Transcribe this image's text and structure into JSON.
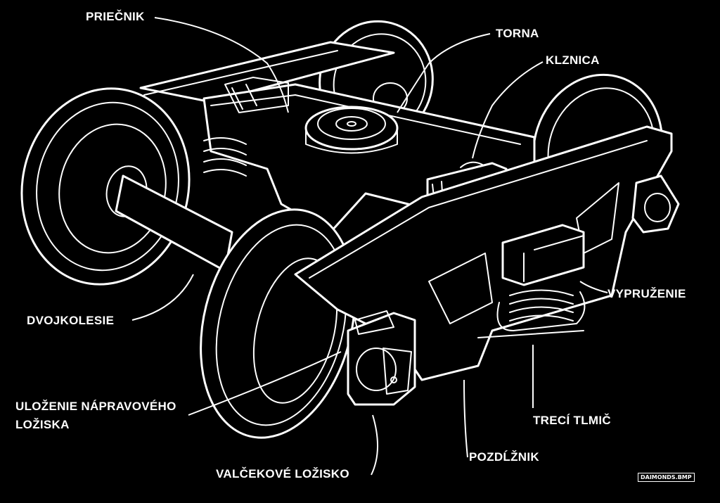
{
  "labels": {
    "priecnik": "PRIEČNIK",
    "torna": "TORNA",
    "klznica": "KLZNICA",
    "vypruzenie": "VYPRUŽENIE",
    "dvojkolesie": "DVOJKOLESIE",
    "ulozenie": "ULOŽENIE NÁPRAVOVÉHO LOŽISKA",
    "treci_tlmic": "TRECÍ TLMIČ",
    "valcekove": "VALČEKOVÉ LOŽISKO",
    "pozdlznik": "POZDĹŽNIK"
  },
  "stamp": "DAIMONDS.BMP",
  "colors": {
    "background": "#000000",
    "line": "#ffffff"
  }
}
